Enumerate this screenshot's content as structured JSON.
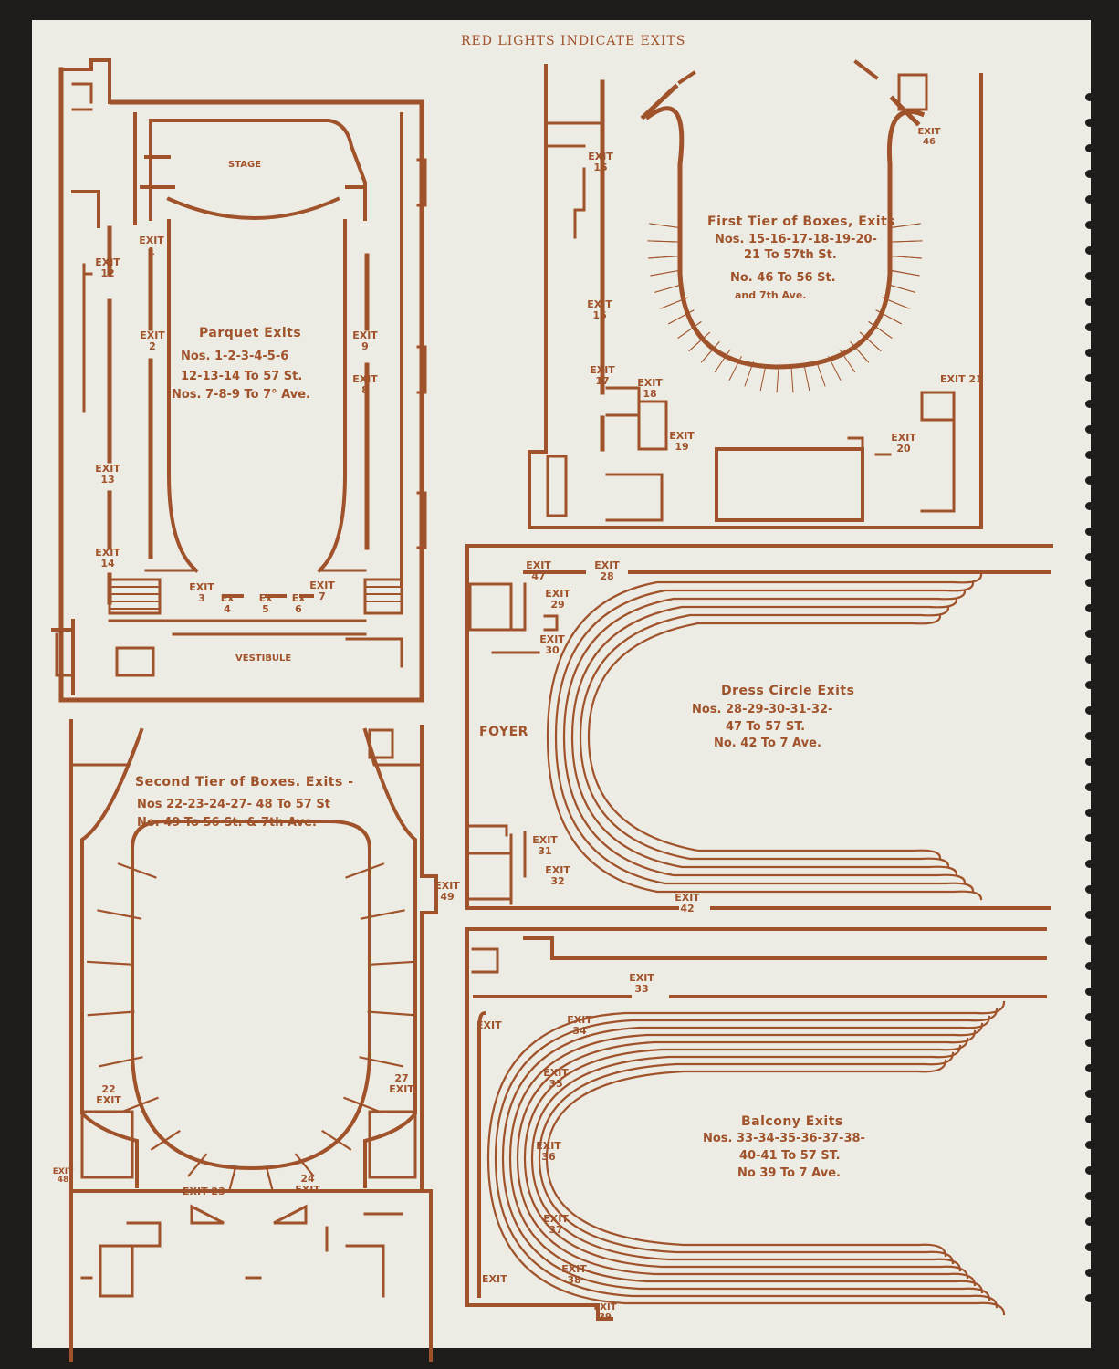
{
  "heading": "RED LIGHTS INDICATE EXITS",
  "colors": {
    "ink": "#a0532b",
    "paper": "#ecebe4",
    "background": "#1e1d1b"
  },
  "parquet": {
    "title": "Parquet Exits",
    "lines": [
      "Nos. 1-2-3-4-5-6",
      "12-13-14 To 57 St.",
      "Nos. 7-8-9 To 7° Ave."
    ],
    "stage": "STAGE",
    "vestibule": "VESTIBULE",
    "exits": {
      "e1": "EXIT 1",
      "e2": "EXIT 2",
      "e3": "EXIT 3",
      "e4": "Ex 4",
      "e5": "Ex 5",
      "e6": "Ex 6",
      "e7": "EXIT 7",
      "e8": "EXIT 8",
      "e9": "EXIT 9",
      "e12": "EXIT 12",
      "e13": "EXIT 13",
      "e14": "EXIT 14"
    }
  },
  "first_tier": {
    "title": "First Tier of Boxes, Exits",
    "lines": [
      "Nos. 15-16-17-18-19-20-",
      "21 To 57th St.",
      "No. 46 To 56 St.",
      "and 7th Ave."
    ],
    "exits": {
      "e15": "EXIT 15",
      "e16": "EXIT 16",
      "e17": "EXIT 17",
      "e18": "EXIT 18",
      "e19": "EXIT 19",
      "e20": "EXIT 20",
      "e21": "EXIT 21",
      "e46": "EXIT 46"
    }
  },
  "dress_circle": {
    "title": "Dress Circle Exits",
    "lines": [
      "Nos. 28-29-30-31-32-",
      "47 To 57 ST.",
      "No. 42 To 7 Ave."
    ],
    "foyer": "FOYER",
    "exits": {
      "e47": "EXIT 47",
      "e28": "EXIT 28",
      "e29": "EXIT 29",
      "e30": "EXIT 30",
      "e31": "EXIT 31",
      "e32": "EXIT 32",
      "e42": "EXIT 42"
    }
  },
  "second_tier": {
    "title": "Second Tier of Boxes. Exits -",
    "lines": [
      "Nos 22-23-24-27- 48 To 57 St",
      "No. 49 To 56 St. & 7th Ave."
    ],
    "exits": {
      "e22": "22 EXIT",
      "e23": "EXIT 23",
      "e24": "24 EXIT",
      "e27": "27 EXIT",
      "e48": "EXIT 48",
      "e49": "EXIT 49"
    }
  },
  "balcony": {
    "title": "Balcony Exits",
    "lines": [
      "Nos. 33-34-35-36-37-38-",
      "40-41 To 57 ST.",
      "No 39 To 7 Ave."
    ],
    "exits": {
      "e33": "EXIT 33",
      "e34": "EXIT 34",
      "e35": "EXIT 35",
      "e36": "EXIT 36",
      "e37": "EXIT 37",
      "e38": "EXIT 38",
      "e39": "EXIT 39",
      "e_left_top": "EXIT",
      "e_left_bottom": "EXIT"
    }
  }
}
